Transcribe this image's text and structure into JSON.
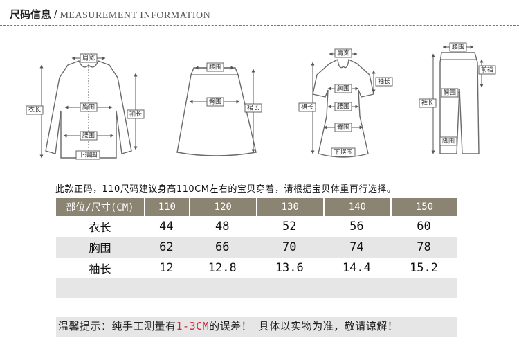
{
  "header": {
    "title_cn": "尺码信息",
    "separator": "/",
    "title_en": "MEASUREMENT INFORMATION"
  },
  "figures": {
    "shirt": {
      "shoulder": "肩宽",
      "length": "衣长",
      "chest": "胸围",
      "sleeve": "袖长",
      "waist": "腰围",
      "hem": "下摆围"
    },
    "skirt": {
      "waist": "腰围",
      "hip": "臀围",
      "length": "裙长"
    },
    "dress": {
      "shoulder": "肩宽",
      "sleeve": "袖长",
      "chest": "胸围",
      "length": "裙长",
      "waist": "腰围",
      "hip": "臀围",
      "hem": "下摆围"
    },
    "pants": {
      "waist": "腰围",
      "rise": "前裆",
      "hip": "臀围",
      "length": "裤长",
      "leg": "脚围"
    }
  },
  "note": "此款正码，110尺码建议身高110CM左右的宝贝穿着，请根据宝贝体重再行选择。",
  "table": {
    "header_label": "部位/尺寸(CM)",
    "sizes": [
      "110",
      "120",
      "130",
      "140",
      "150"
    ],
    "rows": [
      {
        "label": "衣长",
        "values": [
          "44",
          "48",
          "52",
          "56",
          "60"
        ]
      },
      {
        "label": "胸围",
        "values": [
          "62",
          "66",
          "70",
          "74",
          "78"
        ]
      },
      {
        "label": "袖长",
        "values": [
          "12",
          "12.8",
          "13.6",
          "14.4",
          "15.2"
        ]
      }
    ]
  },
  "tip": {
    "prefix": "温馨提示：纯手工测量有",
    "highlight": "1-3CM",
    "suffix": "的误差！ 具体以实物为准，敬请谅解！"
  },
  "colors": {
    "header_bg": "#8b8473",
    "alt_row": "#e6e6e6",
    "highlight": "#d4232b",
    "label_box": "#666666"
  }
}
